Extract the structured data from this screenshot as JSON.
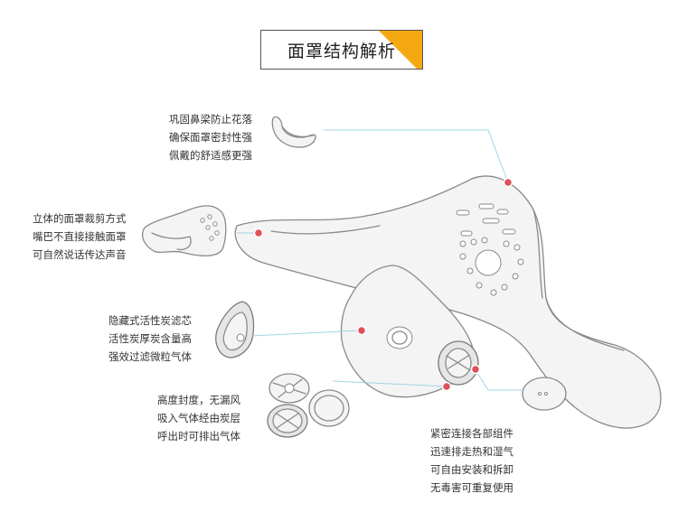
{
  "title": "面罩结构解析",
  "accent_color": "#f5a911",
  "marker_color": "#e0505a",
  "leader_color": "#9fd4e3",
  "callouts": {
    "nose": [
      "巩固鼻梁防止花落",
      "确保面罩密封性强",
      "佩戴的舒适感更强"
    ],
    "cut": [
      "立体的面罩裁剪方式",
      "嘴巴不直接接触面罩",
      "可自然说话传达声音"
    ],
    "filter": [
      "隐藏式活性炭滤芯",
      "活性炭厚炭含量高",
      "强效过滤微粒气体"
    ],
    "valve": [
      "高度封度，无漏风",
      "吸入气体经由炭层",
      "呼出时可排出气体"
    ],
    "connect": [
      "紧密连接各部组件",
      "迅速排走热和湿气",
      "可自由安装和拆卸",
      "无毒害可重复使用"
    ]
  }
}
